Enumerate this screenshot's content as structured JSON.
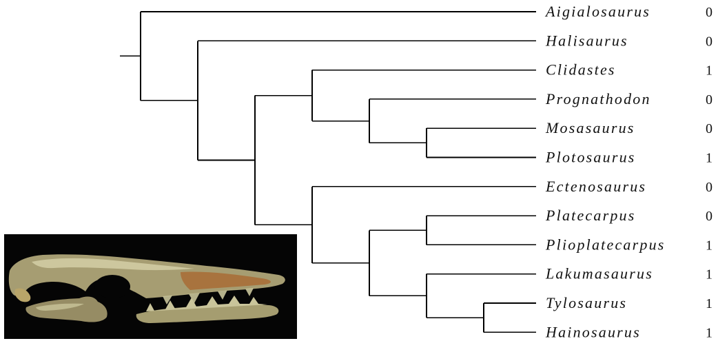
{
  "tree": {
    "taxa": [
      {
        "name": "Aigialosaurus",
        "state": "0"
      },
      {
        "name": "Halisaurus",
        "state": "0"
      },
      {
        "name": "Clidastes",
        "state": "1"
      },
      {
        "name": "Prognathodon",
        "state": "0"
      },
      {
        "name": "Mosasaurus",
        "state": "0"
      },
      {
        "name": "Plotosaurus",
        "state": "1"
      },
      {
        "name": "Ectenosaurus",
        "state": "0"
      },
      {
        "name": "Platecarpus",
        "state": "0"
      },
      {
        "name": "Plioplatecarpus",
        "state": "1"
      },
      {
        "name": "Lakumasaurus",
        "state": "1"
      },
      {
        "name": "Tylosaurus",
        "state": "1"
      },
      {
        "name": "Hainosaurus",
        "state": "1"
      }
    ],
    "topology": [
      0,
      [
        1,
        [
          [
            2,
            [
              3,
              [
                4,
                5
              ]
            ]
          ],
          [
            6,
            [
              [
                7,
                8
              ],
              [
                9,
                [
                  10,
                  11
                ]
              ]
            ]
          ]
        ]
      ]
    ]
  },
  "photo": {
    "subject": "mosasaur skull fossil",
    "background_color": "#050505",
    "bone_colors": [
      "#c9c49a",
      "#a59d70",
      "#7d7048",
      "#b07a3c"
    ]
  }
}
